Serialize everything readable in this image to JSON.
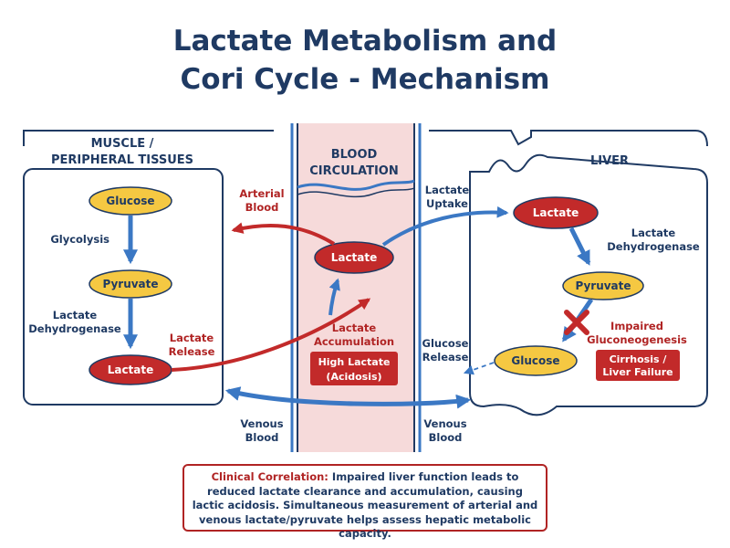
{
  "title": {
    "line1": "Lactate Metabolism and",
    "line2": "Cori Cycle - Mechanism"
  },
  "muscle": {
    "title_line1": "MUSCLE /",
    "title_line2": "PERIPHERAL TISSUES",
    "glucose": "Glucose",
    "glycolysis": "Glycolysis",
    "pyruvate": "Pyruvate",
    "ldh_line1": "Lactate",
    "ldh_line2": "Dehydrogenase",
    "lactate": "Lactate",
    "release_line1": "Lactate",
    "release_line2": "Release"
  },
  "blood": {
    "title_line1": "BLOOD",
    "title_line2": "CIRCULATION",
    "lactate": "Lactate",
    "accum_line1": "Lactate",
    "accum_line2": "Accumulation",
    "high_line1": "High Lactate",
    "high_line2": "(Acidosis)",
    "arterial_line1": "Arterial",
    "arterial_line2": "Blood",
    "venous_left_line1": "Venous",
    "venous_left_line2": "Blood",
    "venous_right_line1": "Venous",
    "venous_right_line2": "Blood"
  },
  "liver": {
    "title": "LIVER",
    "uptake_line1": "Lactate",
    "uptake_line2": "Uptake",
    "lactate": "Lactate",
    "ldh_line1": "Lactate",
    "ldh_line2": "Dehydrogenase",
    "pyruvate": "Pyruvate",
    "impaired_line1": "Impaired",
    "impaired_line2": "Gluconeogenesis",
    "cirrhosis_line1": "Cirrhosis /",
    "cirrhosis_line2": "Liver Failure",
    "glucose": "Glucose",
    "glucose_release_line1": "Glucose",
    "glucose_release_line2": "Release"
  },
  "note": {
    "label": "Clinical Correlation:",
    "text": "Impaired liver function leads to reduced lactate clearance and accumulation, causing lactic acidosis. Simultaneous measurement of arterial and venous lactate/pyruvate helps assess hepatic metabolic capacity."
  },
  "colors": {
    "navy": "#1f3a63",
    "blue_arrow": "#3b78c4",
    "red": "#b02424",
    "lactate_node": "#c22a2a",
    "yellow_node": "#f5c842",
    "blood_fill": "#f6dada"
  }
}
